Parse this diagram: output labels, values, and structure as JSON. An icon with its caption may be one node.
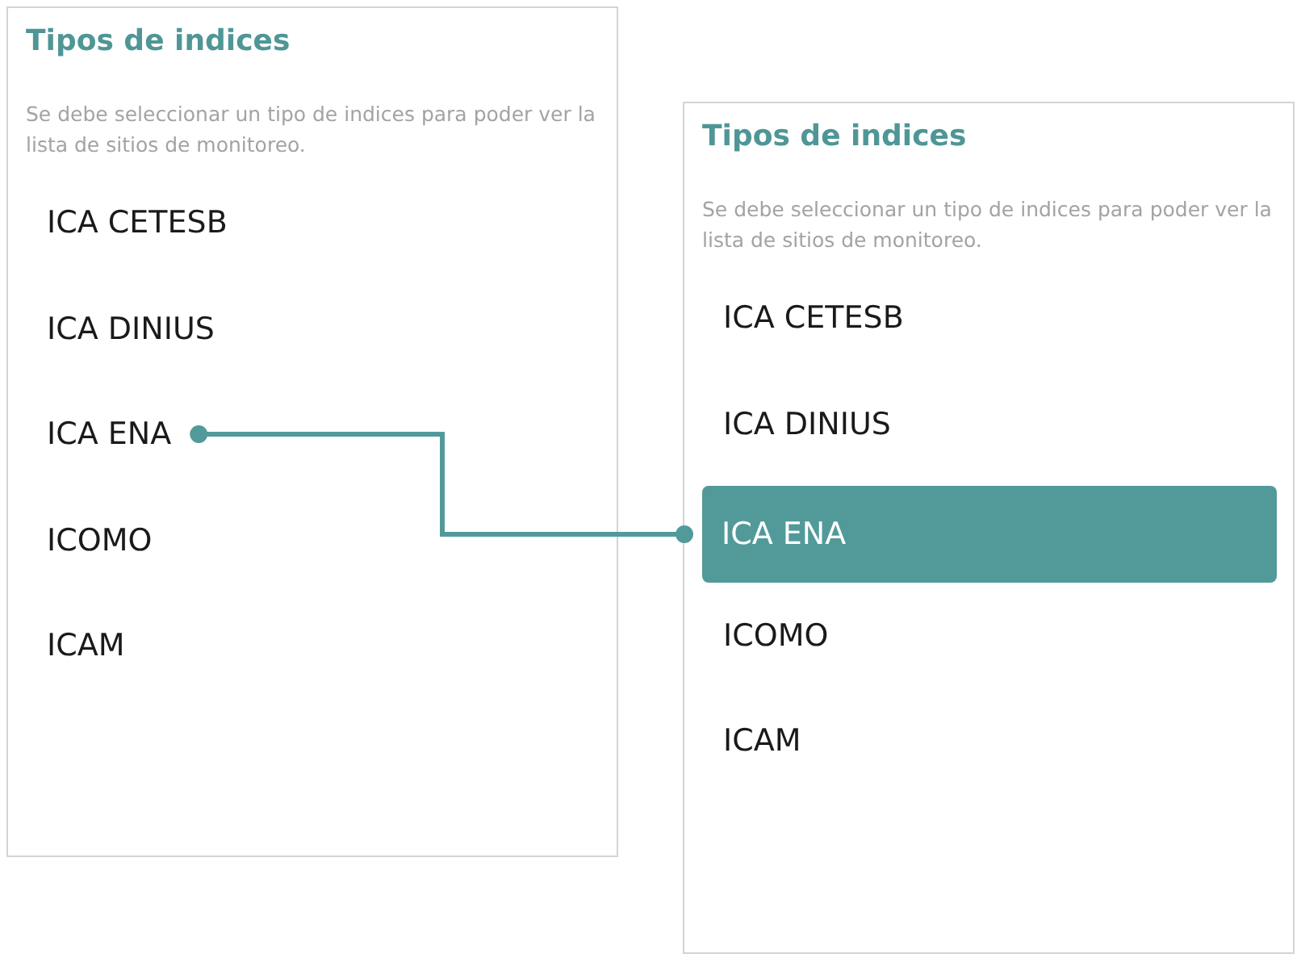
{
  "diagram": {
    "nodes": [
      {
        "text": [
          "Tipos de indices",
          "Se debe seleccionar un tipo de indices para poder ver la lista de sitios de monitoreo."
        ]
      },
      {
        "text": [
          "ICA CETESB"
        ],
        "in": 0
      },
      {
        "text": [
          "ICA DINIUS"
        ],
        "in": 0
      },
      {
        "text": [
          "ICA ENA"
        ],
        "in": 0
      },
      {
        "text": [
          "ICOMO"
        ],
        "in": 0
      },
      {
        "text": [
          "ICAM"
        ],
        "in": 0
      },
      {
        "text": [
          "Tipos de indices",
          "Se debe seleccionar un tipo de indices para poder ver la lista de sitios de monitoreo."
        ]
      },
      {
        "text": [
          "ICA CETESB"
        ],
        "in": 6
      },
      {
        "text": [
          "ICA DINIUS"
        ],
        "in": 6
      },
      {
        "text": [
          "ICA ENA"
        ],
        "in": 6
      },
      {
        "text": [
          "ICOMO"
        ],
        "in": 6
      },
      {
        "text": [
          "ICAM"
        ],
        "in": 6
      }
    ],
    "edges": [
      {
        "from": 3,
        "to": 9,
        "arrow": "other"
      }
    ]
  }
}
